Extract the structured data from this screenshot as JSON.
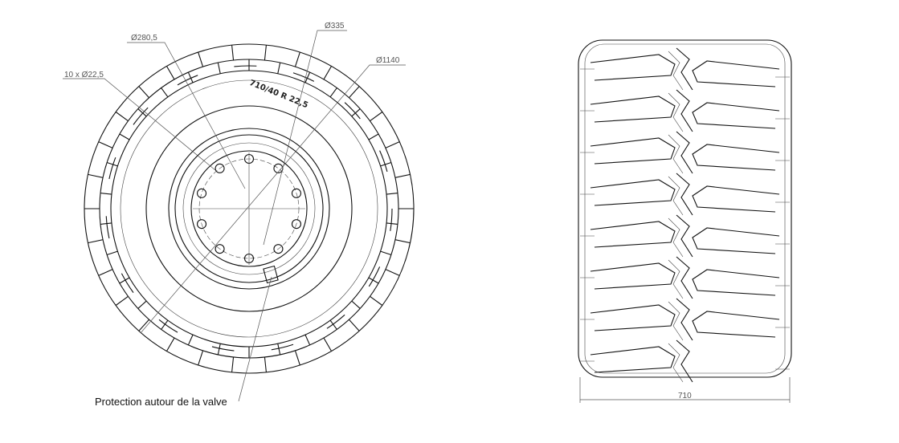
{
  "front_view": {
    "bolt_label": "10 x Ø22,5",
    "bolt_circle_label": "Ø280,5",
    "hub_label": "Ø335",
    "outer_label": "Ø1140",
    "tire_marking": "710/40 R 22,5",
    "valve_note": "Protection autour de la valve"
  },
  "side_view": {
    "width_label": "710"
  }
}
